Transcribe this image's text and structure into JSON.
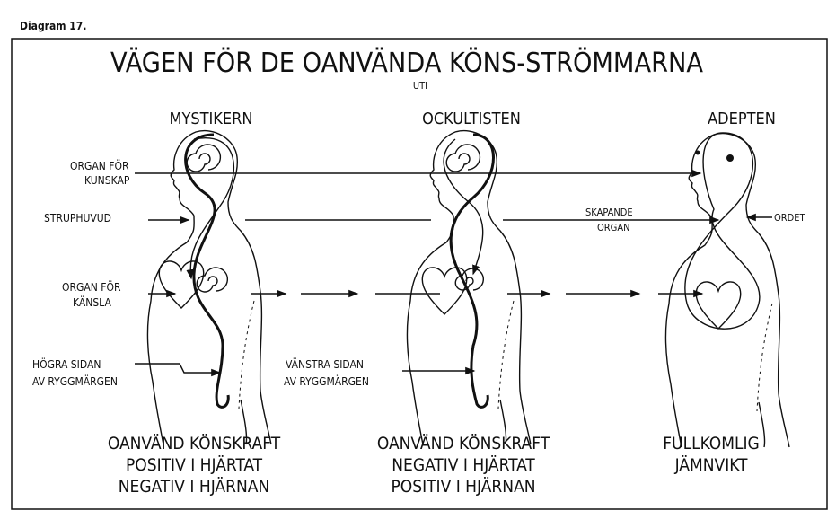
{
  "diagram_label": "Diagram 17.",
  "title": "VÄGEN FÖR DE OANVÄNDA KÖNS-STRÖMMARNA",
  "subtitle": "UTI",
  "columns": [
    {
      "heading": "MYSTIKERN",
      "caption": [
        "OANVÄND KÖNSKRAFT",
        "POSITIV I HJÄRTAT",
        "NEGATIV I HJÄRNAN"
      ]
    },
    {
      "heading": "OCKULTISTEN",
      "caption": [
        "OANVÄND KÖNSKRAFT",
        "NEGATIV I HJÄRTAT",
        "POSITIV I HJÄRNAN"
      ]
    },
    {
      "heading": "ADEPTEN",
      "caption": [
        "FULLKOMLIG",
        "JÄMNVIKT"
      ]
    }
  ],
  "labels": {
    "organ_kunskap": [
      "ORGAN FÖR",
      "KUNSKAP"
    ],
    "struphuvud": "STRUPHUVUD",
    "organ_kansla": [
      "ORGAN FÖR",
      "KÄNSLA"
    ],
    "hogra_sidan": [
      "HÖGRA SIDAN",
      "AV RYGGMÄRGEN"
    ],
    "vanstra_sidan": [
      "VÄNSTRA SIDAN",
      "AV RYGGMÄRGEN"
    ],
    "skapande_organ": [
      "SKAPANDE",
      "ORGAN"
    ],
    "ordet": "ORDET"
  }
}
